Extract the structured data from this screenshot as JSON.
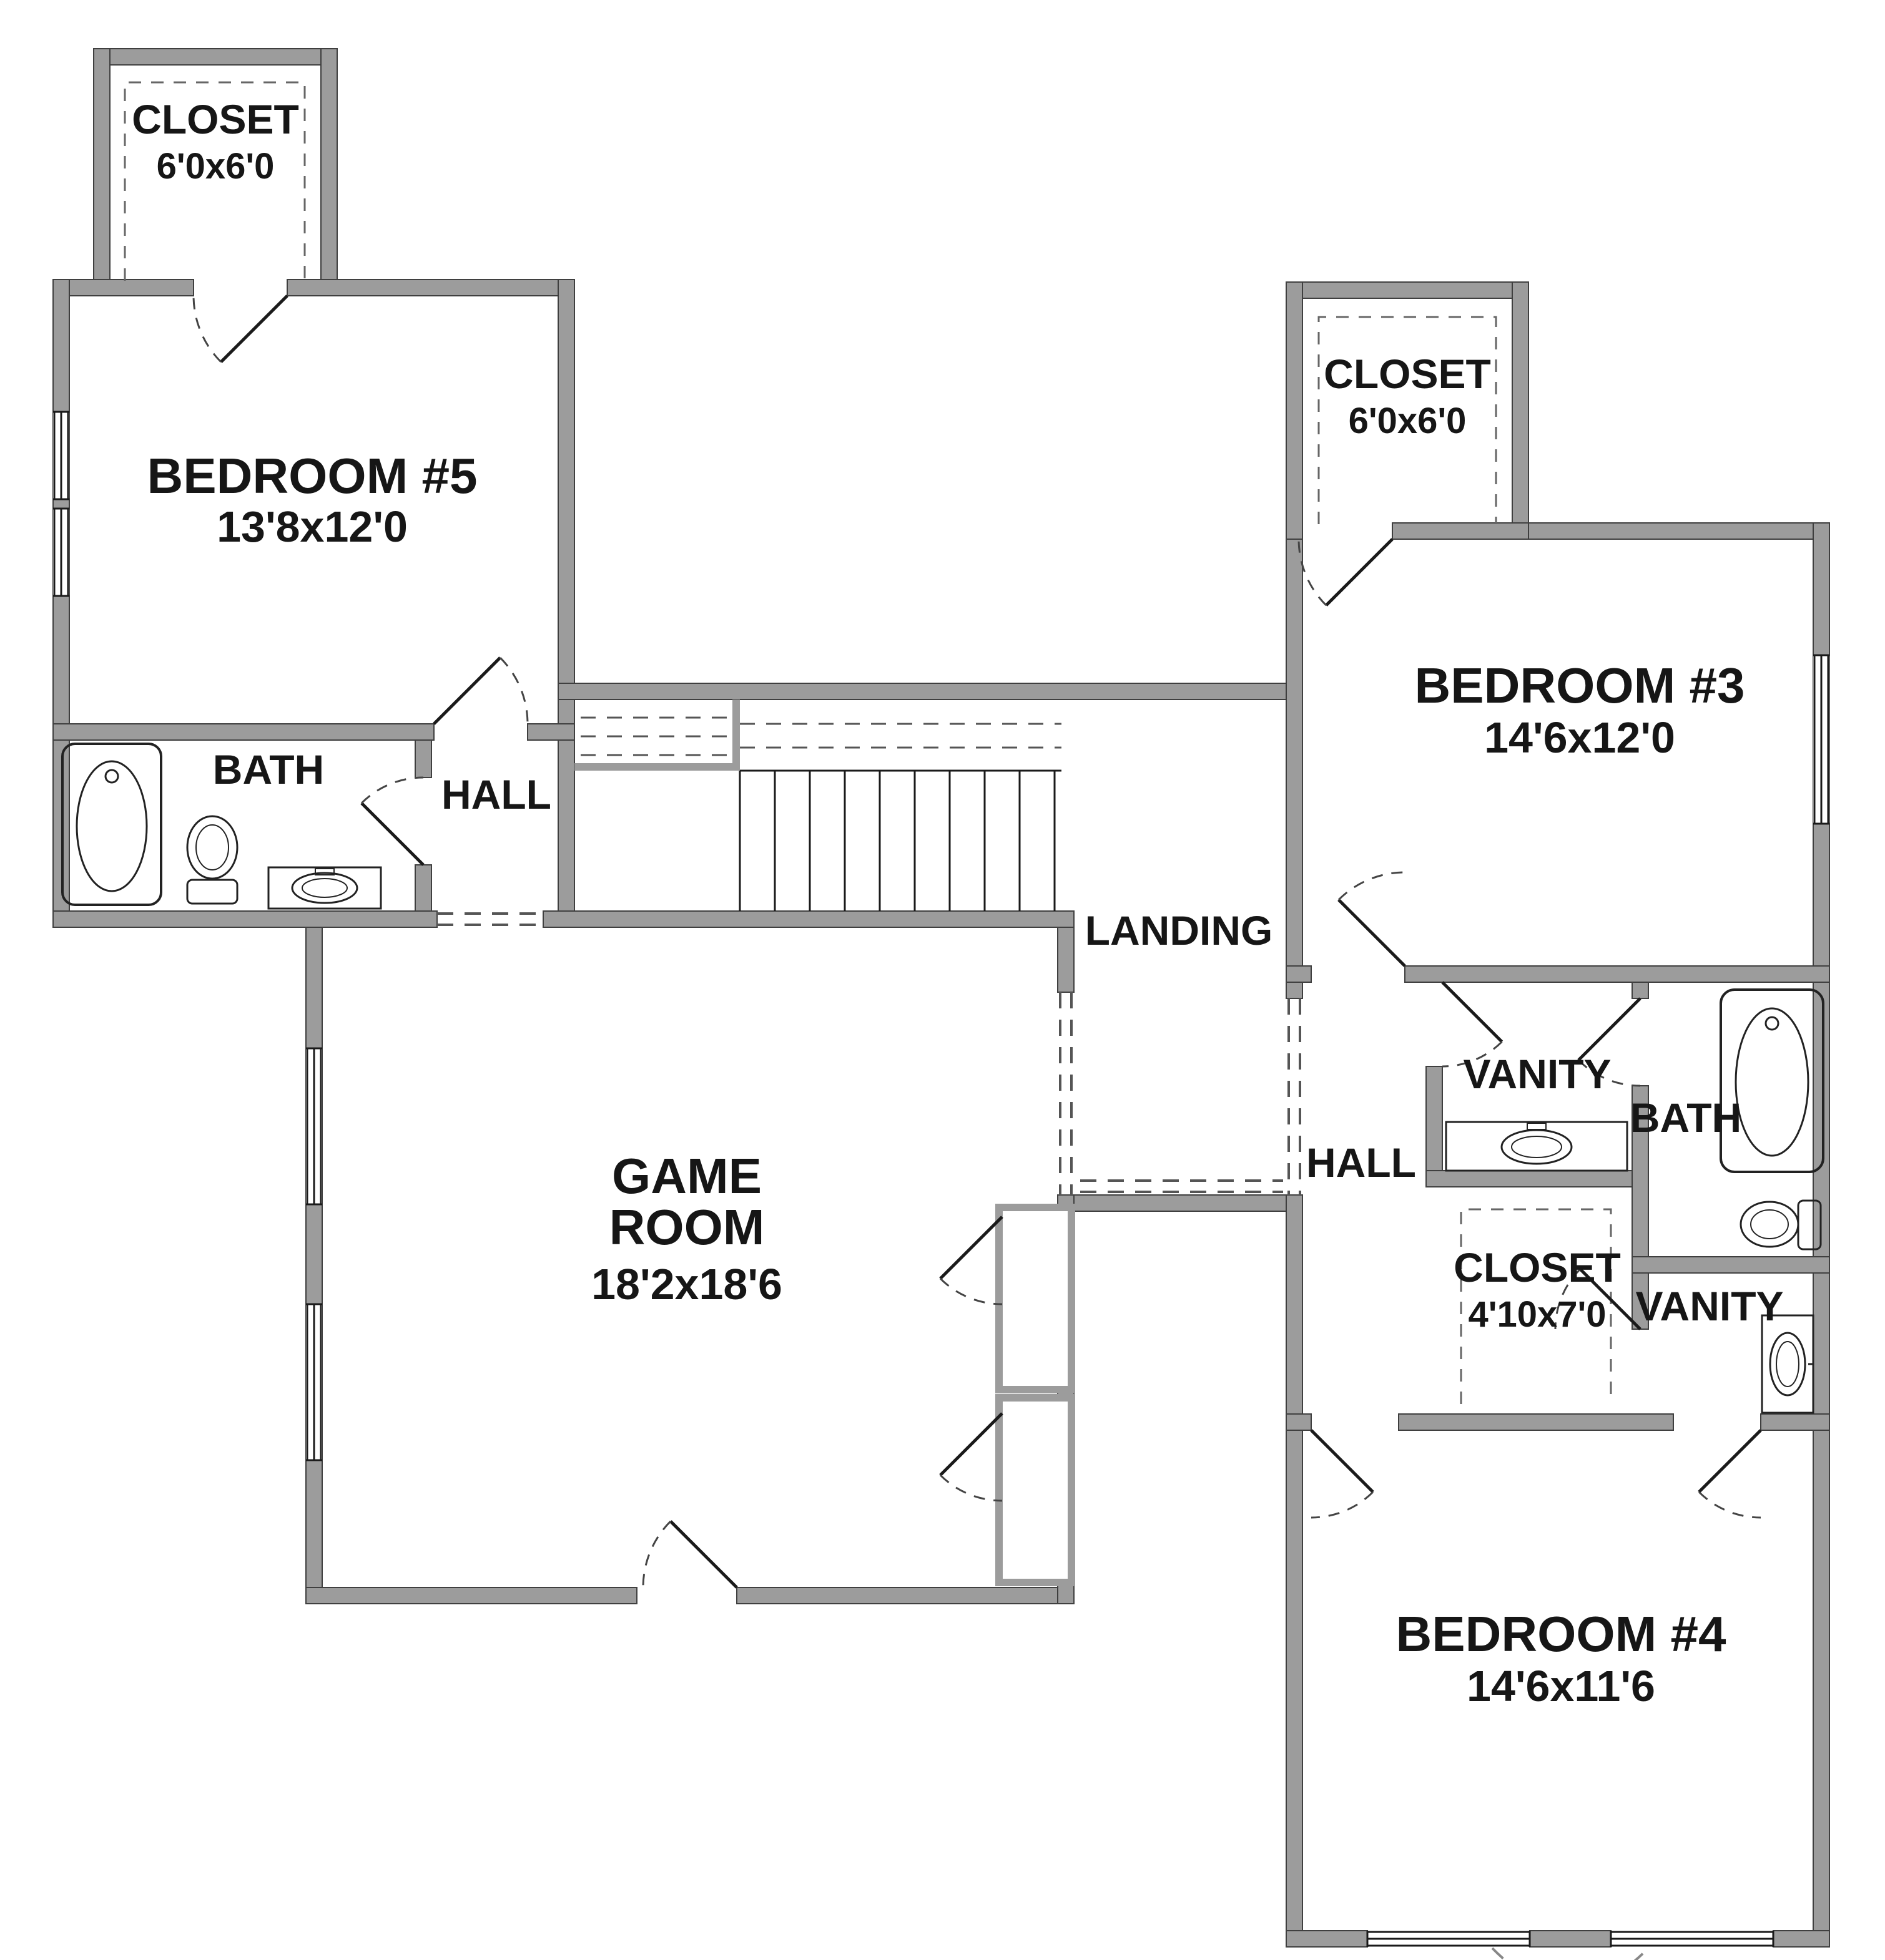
{
  "colors": {
    "wall": "#9c9c9c",
    "wall_edge": "#3f3f3f",
    "ink": "#1a1a1a",
    "dash": "#555555"
  },
  "rooms": {
    "closet_tl": {
      "name": "CLOSET",
      "dims": "6'0x6'0"
    },
    "bedroom5": {
      "name": "BEDROOM #5",
      "dims": "13'8x12'0"
    },
    "bath_left": {
      "name": "BATH"
    },
    "hall_left": {
      "name": "HALL"
    },
    "landing": {
      "name": "LANDING"
    },
    "game_room": {
      "name_line1": "GAME",
      "name_line2": "ROOM",
      "dims": "18'2x18'6"
    },
    "closet_tr": {
      "name": "CLOSET",
      "dims": "6'0x6'0"
    },
    "bedroom3": {
      "name": "BEDROOM #3",
      "dims": "14'6x12'0"
    },
    "vanity_upper": {
      "name": "VANITY"
    },
    "bath_right": {
      "name": "BATH"
    },
    "hall_right": {
      "name": "HALL"
    },
    "closet_small": {
      "name": "CLOSET",
      "dims": "4'10x7'0"
    },
    "vanity_lower": {
      "name": "VANITY"
    },
    "bedroom4": {
      "name": "BEDROOM #4",
      "dims": "14'6x11'6"
    }
  }
}
